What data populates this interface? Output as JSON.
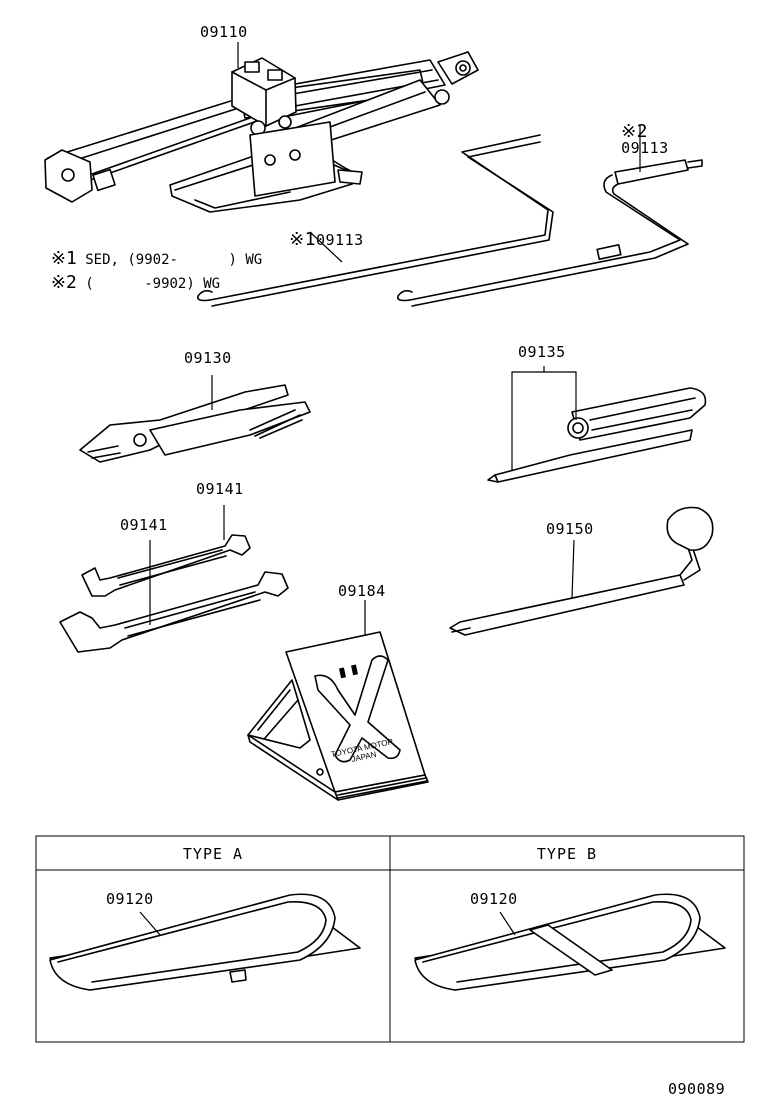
{
  "labels": {
    "jack": "09110",
    "handle_1_mark": "※1",
    "handle_1": "09113",
    "handle_2_mark": "※2",
    "handle_2": "09113",
    "pliers": "09130",
    "screwdriver": "09135",
    "wrench_small": "09141",
    "wrench_large": "09141",
    "lug_wrench": "09150",
    "wheel_chock": "09184",
    "bag_a": "09120",
    "bag_b": "09120",
    "figure_number": "090089"
  },
  "notes": [
    {
      "mark": "※1",
      "text": " SED, (9902-      ) WG"
    },
    {
      "mark": "※2",
      "text": " (      -9902) WG"
    }
  ],
  "chock_text": {
    "line1": "TOYOTA MOTOR",
    "line2": "JAPAN"
  },
  "table": {
    "col_a": "TYPE  A",
    "col_b": "TYPE  B"
  }
}
